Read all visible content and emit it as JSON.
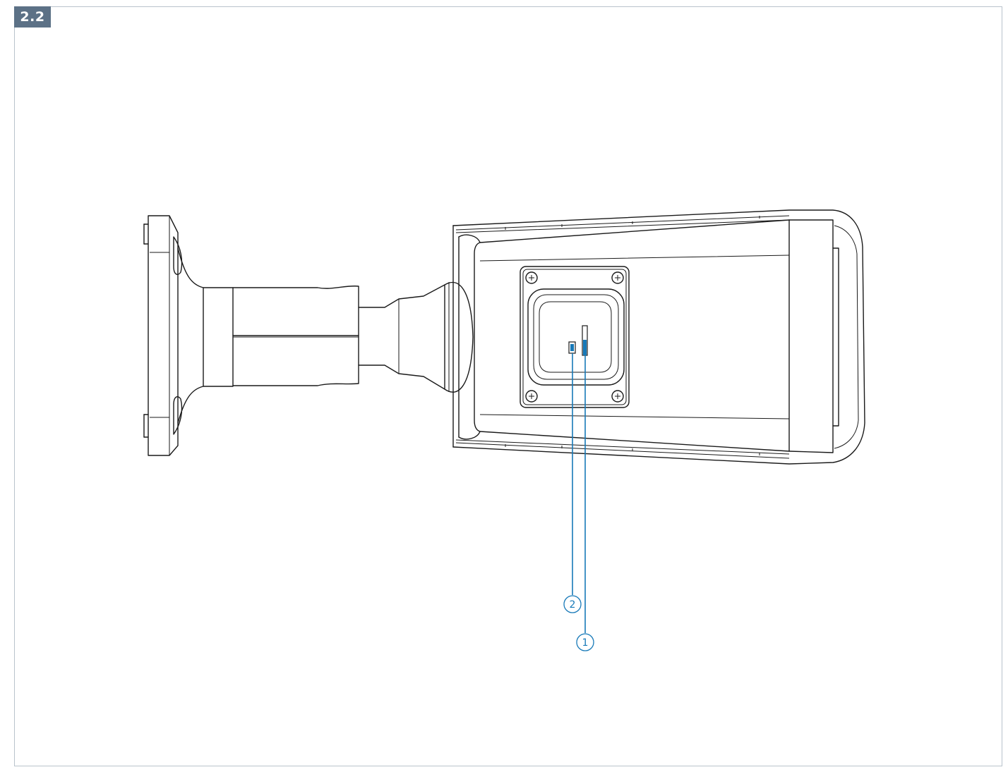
{
  "figure": {
    "number_label": "2.2",
    "accent_color": "#1779b8",
    "badge_color": "#5c7186"
  },
  "callouts": [
    {
      "label": "1"
    },
    {
      "label": "2"
    }
  ]
}
